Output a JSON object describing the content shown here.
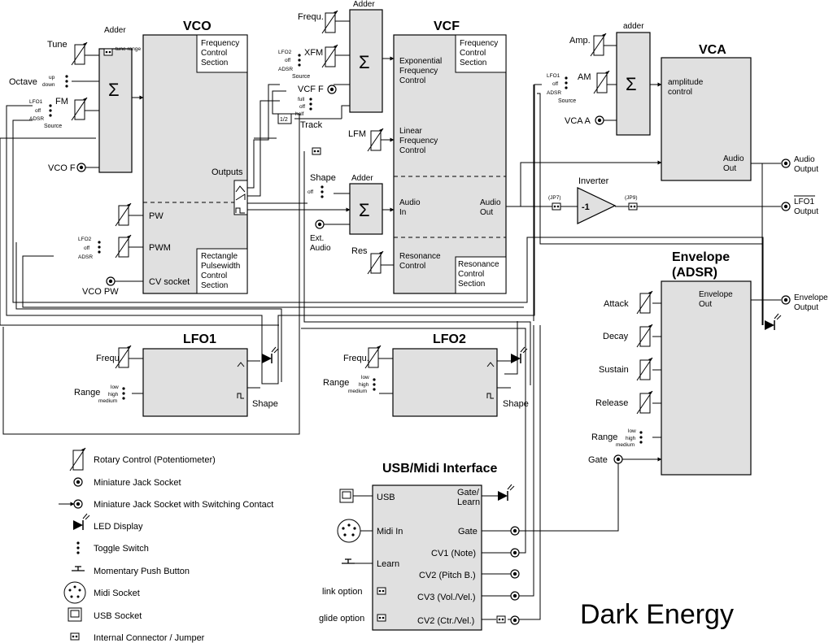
{
  "title": "Dark Energy",
  "vco": {
    "title": "VCO",
    "adder": "Adder",
    "tune": "Tune",
    "tune_range": "tune\nrange",
    "octave": "Octave",
    "up": "up",
    "down": "down",
    "fm": "FM",
    "lfo1": "LFO1",
    "off": "off",
    "adsr": "ADSR",
    "source": "Source",
    "vco_f": "VCO F",
    "fcs": "Frequency\nControl\nSection",
    "outputs": "Outputs",
    "pw": "PW",
    "pwm": "PWM",
    "lfo2": "LFO2",
    "cv_socket": "CV socket",
    "vco_pw": "VCO PW",
    "rpcs": "Rectangle\nPulsewidth\nControl\nSection"
  },
  "vcf": {
    "title": "VCF",
    "frequ": "Frequ.",
    "adder_top": "Adder",
    "xfm": "XFM",
    "lfo2": "LFO2",
    "off": "off",
    "adsr": "ADSR",
    "source": "Source",
    "vcf_f": "VCF F",
    "full": "full",
    "half": "half",
    "half_ratio": "1/2",
    "track": "Track",
    "exp": "Exponential\nFrequency\nControl",
    "fcs": "Frequency\nControl\nSection",
    "lfm": "LFM",
    "lin": "Linear\nFrequency\nControl",
    "shape": "Shape",
    "adder_mid": "Adder",
    "ext_audio": "Ext.\nAudio",
    "audio_in": "Audio\nIn",
    "audio_out": "Audio\nOut",
    "res": "Res",
    "res_ctrl": "Resonance\nControl",
    "rcs": "Resonance\nControl\nSection"
  },
  "vca": {
    "title": "VCA",
    "adder": "adder",
    "amp": "Amp.",
    "am": "AM",
    "lfo1": "LFO1",
    "off": "off",
    "adsr": "ADSR",
    "source": "Source",
    "vca_a": "VCA A",
    "amp_ctrl": "amplitude\ncontrol",
    "audio_out": "Audio\nOut",
    "audio_output": "Audio\nOutput"
  },
  "inverter": {
    "label": "Inverter",
    "value": "-1",
    "jp7": "(JP7)",
    "jp9": "(JP9)",
    "lfo1_output_top": "LFO1",
    "lfo1_output_bottom": "Output"
  },
  "lfo1": {
    "title": "LFO1",
    "frequ": "Frequ.",
    "range": "Range",
    "low": "low",
    "high": "high",
    "medium": "medium",
    "shape": "Shape"
  },
  "lfo2": {
    "title": "LFO2",
    "frequ": "Frequ.",
    "range": "Range",
    "low": "low",
    "high": "high",
    "medium": "medium",
    "shape": "Shape"
  },
  "envelope": {
    "title": "Envelope\n(ADSR)",
    "out": "Envelope\nOut",
    "output": "Envelope\nOutput",
    "attack": "Attack",
    "decay": "Decay",
    "sustain": "Sustain",
    "release": "Release",
    "range": "Range",
    "low": "low",
    "high": "high",
    "medium": "medium",
    "gate": "Gate"
  },
  "usb": {
    "title": "USB/Midi Interface",
    "usb": "USB",
    "midi_in": "Midi In",
    "learn": "Learn",
    "gate_learn": "Gate/\nLearn",
    "gate": "Gate",
    "cv1": "CV1 (Note)",
    "cv2p": "CV2 (Pitch B.)",
    "cv3": "CV3 (Vol./Vel.)",
    "cv2c": "CV2 (Ctr./Vel.)",
    "link_option": "link option",
    "glide_option": "glide option"
  },
  "legend": [
    "Rotary Control (Potentiometer)",
    "Miniature Jack Socket",
    "Miniature Jack Socket with Switching Contact",
    "LED Display",
    "Toggle Switch",
    "Momentary Push Button",
    "Midi Socket",
    "USB Socket",
    "Internal Connector / Jumper"
  ],
  "icons": [
    "potentiometer-icon",
    "jack-socket-icon",
    "switched-jack-icon",
    "led-icon",
    "toggle-switch-icon",
    "push-button-icon",
    "midi-socket-icon",
    "usb-socket-icon",
    "jumper-icon",
    "sigma-icon",
    "waveform-icon"
  ]
}
